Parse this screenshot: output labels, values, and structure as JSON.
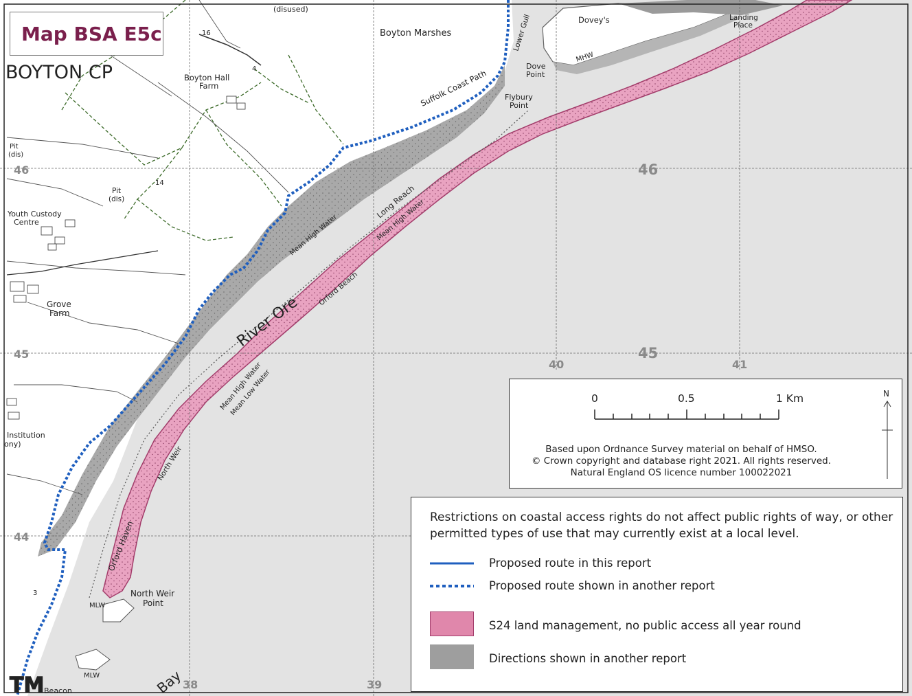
{
  "map_title": "Map BSA E5c",
  "place_labels": {
    "boyton_cp": "BOYTON  CP",
    "disused": "(disused)",
    "boyton_marshes": "Boyton Marshes",
    "boyton_hall_farm": "Boyton Hall",
    "farm_suffix": "Farm",
    "suffolk_coast_path": "Suffolk Coast Path",
    "doveys": "Dovey's",
    "landing_place_1": "Landing",
    "landing_place_2": "Place",
    "mhw": "MHW",
    "lower_gull": "Lower Gull",
    "dove_point_1": "Dove",
    "dove_point_2": "Point",
    "flybury_point_1": "Flybury",
    "flybury_point_2": "Point",
    "pit_dis_1": "Pit",
    "pit_dis_2": "(dis)",
    "youth_custody_1": "Youth Custody",
    "youth_custody_2": "Centre",
    "grove_farm_1": "Grove",
    "grove_farm_2": "Farm",
    "institution_1": "Institution",
    "institution_2": "ony)",
    "long_reach": "Long Reach",
    "mean_high_water": "Mean High Water",
    "mean_low_water": "Mean Low Water",
    "river_ore": "River Ore",
    "orford_beach": "Orford Beach",
    "north_weir": "North Weir",
    "north_weir_point_1": "North Weir",
    "north_weir_point_2": "Point",
    "orford_haven": "Orford Haven",
    "mlw": "MLW",
    "beacon": "Beacon",
    "bay": "Bay",
    "tm": "TM",
    "num_16": "16",
    "num_14": "14",
    "num_4": "4",
    "num_3": "3"
  },
  "grid": {
    "northings": [
      "46",
      "45",
      "44"
    ],
    "eastings": [
      "38",
      "39",
      "40",
      "41"
    ],
    "interior_northings": [
      "46",
      "45"
    ]
  },
  "scale_bar": {
    "tick_labels": [
      "0",
      "0.5",
      "1 Km"
    ],
    "north_label": "N",
    "attribution": [
      "Based  upon Ordnance Survey material on behalf of HMSO.",
      "© Crown copyright and database right 2021. All rights reserved.",
      "Natural England OS licence number 100022021"
    ]
  },
  "legend": {
    "note": "Restrictions on coastal access rights do not affect public rights of way, or other permitted types of use that may currently exist at a local level.",
    "items": [
      {
        "label": "Proposed route in this report",
        "color": "#1f5fbf",
        "style": "solid"
      },
      {
        "label": "Proposed route shown in another report",
        "color": "#1f5fbf",
        "style": "dotted"
      },
      {
        "label": "S24 land management, no public access all year round",
        "color": "#e087ab",
        "style": "fill"
      },
      {
        "label": "Directions shown in another report",
        "color": "#9e9e9e",
        "style": "fill"
      }
    ]
  },
  "colors": {
    "sea": "#e3e3e3",
    "restriction_fill": "#e9a3c1",
    "restriction_edge": "#a33d6b",
    "route_blue": "#1f5fbf",
    "title_text": "#7a1f4c"
  }
}
